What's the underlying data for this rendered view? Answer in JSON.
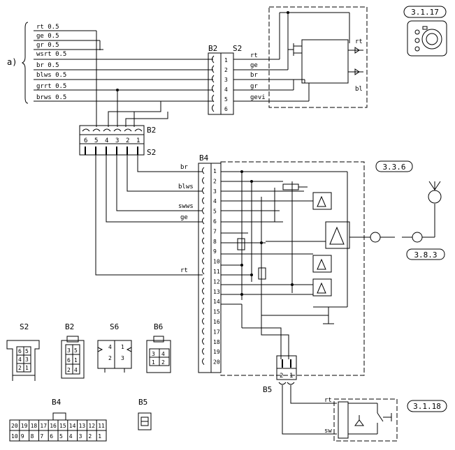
{
  "refs": {
    "r3117": "3.1.17",
    "r336": "3.3.6",
    "r383": "3.8.3",
    "r3118": "3.1.18"
  },
  "bundle_label": "a)",
  "wires_a": [
    "rt 0.5",
    "ge 0.5",
    "gr 0.5",
    "wsrt 0.5",
    "br 0.5",
    "blws 0.5",
    "grrt 0.5",
    "brws 0.5"
  ],
  "top_connector": {
    "b2": "B2",
    "s2": "S2",
    "pins": [
      "1",
      "2",
      "3",
      "4",
      "5",
      "6"
    ],
    "wire_labels": [
      "rt",
      "ge",
      "br",
      "gr",
      "gevi"
    ]
  },
  "led_labels": [
    "rt",
    "bl"
  ],
  "mid_connector": {
    "b2": "B2",
    "s2": "S2",
    "pins": [
      "6",
      "5",
      "4",
      "3",
      "2",
      "1"
    ]
  },
  "b4": {
    "label": "B4",
    "pins": [
      "1",
      "2",
      "3",
      "4",
      "5",
      "6",
      "7",
      "8",
      "9",
      "10",
      "11",
      "12",
      "13",
      "14",
      "15",
      "16",
      "17",
      "18",
      "19",
      "20"
    ],
    "wire_labels": [
      "br",
      "blws",
      "swws",
      "ge",
      "rt"
    ]
  },
  "b5": {
    "label": "B5",
    "pins": [
      "2",
      "1"
    ],
    "wire_labels": [
      "rt",
      "sw"
    ]
  },
  "legend": {
    "s2": {
      "title": "S2",
      "pins": [
        "6",
        "5",
        "4",
        "3",
        "2",
        "1"
      ]
    },
    "b2": {
      "title": "B2",
      "pins": [
        "3",
        "5",
        "6",
        "1",
        "2",
        "4"
      ]
    },
    "s6": {
      "title": "S6",
      "pins": [
        "4",
        "1",
        "2",
        "3"
      ]
    },
    "b6": {
      "title": "B6",
      "pins": [
        "3",
        "4",
        "1",
        "2"
      ]
    },
    "b4": {
      "title": "B4",
      "row1": [
        "20",
        "19",
        "18",
        "17",
        "16",
        "15",
        "14",
        "13",
        "12",
        "11"
      ],
      "row2": [
        "10",
        "9",
        "8",
        "7",
        "6",
        "5",
        "4",
        "3",
        "2",
        "1"
      ]
    },
    "b5": {
      "title": "B5"
    }
  }
}
